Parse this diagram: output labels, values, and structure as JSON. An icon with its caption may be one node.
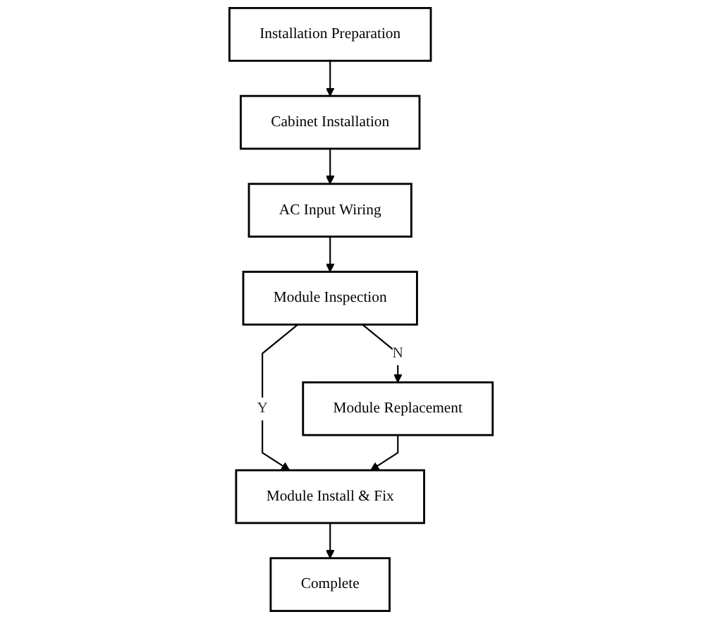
{
  "diagram": {
    "nodes": [
      {
        "text": [
          "Installation Preparation"
        ]
      },
      {
        "text": [
          "Cabinet Installation"
        ]
      },
      {
        "text": [
          "AC Input Wiring"
        ]
      },
      {
        "text": [
          "Module Inspection"
        ]
      },
      {
        "text": [
          "Module Install & Fix"
        ]
      },
      {
        "text": [
          "Module Replacement"
        ]
      },
      {
        "text": [
          "Complete"
        ]
      }
    ],
    "edges": [
      {
        "from": 0,
        "to": 1,
        "arrow": "to"
      },
      {
        "from": 1,
        "to": 2,
        "arrow": "to"
      },
      {
        "from": 2,
        "to": 3,
        "arrow": "to"
      },
      {
        "from": 3,
        "to": 4,
        "arrow": "to",
        "label": "Y"
      },
      {
        "from": 3,
        "to": 5,
        "arrow": "to",
        "label": "N"
      },
      {
        "from": 5,
        "to": 4,
        "arrow": "to"
      },
      {
        "from": 4,
        "to": 6,
        "arrow": "to"
      }
    ]
  }
}
